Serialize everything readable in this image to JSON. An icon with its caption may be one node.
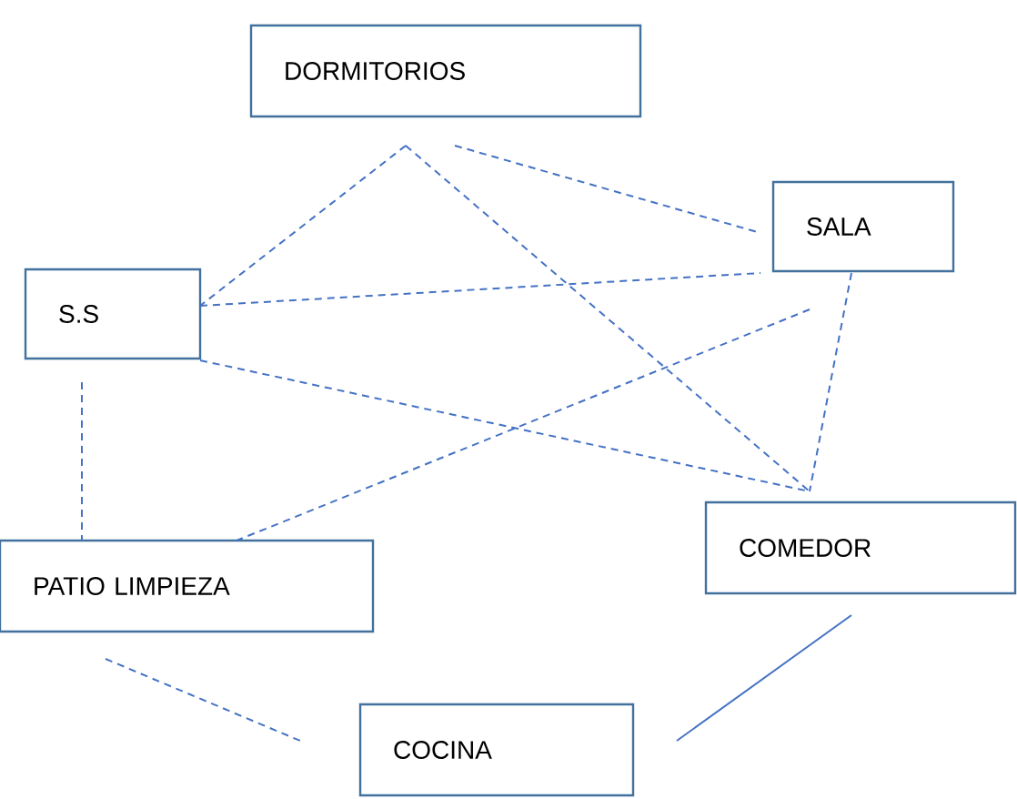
{
  "diagram": {
    "nodes": [
      {
        "text": [
          "DORMITORIOS"
        ]
      },
      {
        "text": [
          "SALA"
        ]
      },
      {
        "text": [
          "S.S"
        ]
      },
      {
        "text": [
          "PATIO LIMPIEZA"
        ]
      },
      {
        "text": [
          "COMEDOR"
        ]
      },
      {
        "text": [
          "COCINA"
        ]
      }
    ],
    "edges": [
      {
        "from": 0,
        "to": 2,
        "arrow": "none",
        "style": "dashed"
      },
      {
        "from": 0,
        "to": 4,
        "arrow": "none",
        "style": "dashed"
      },
      {
        "from": 0,
        "to": 1,
        "arrow": "none",
        "style": "dashed"
      },
      {
        "from": 2,
        "to": 1,
        "arrow": "none",
        "style": "dashed"
      },
      {
        "from": 2,
        "to": 4,
        "arrow": "none",
        "style": "dashed"
      },
      {
        "from": 1,
        "to": 3,
        "arrow": "none",
        "style": "dashed"
      },
      {
        "from": 1,
        "to": 4,
        "arrow": "none",
        "style": "dashed"
      },
      {
        "from": 2,
        "to": 3,
        "arrow": "none",
        "style": "dashed"
      },
      {
        "from": 3,
        "to": 5,
        "arrow": "none",
        "style": "dashed"
      },
      {
        "from": 4,
        "to": 5,
        "arrow": "none"
      }
    ]
  }
}
